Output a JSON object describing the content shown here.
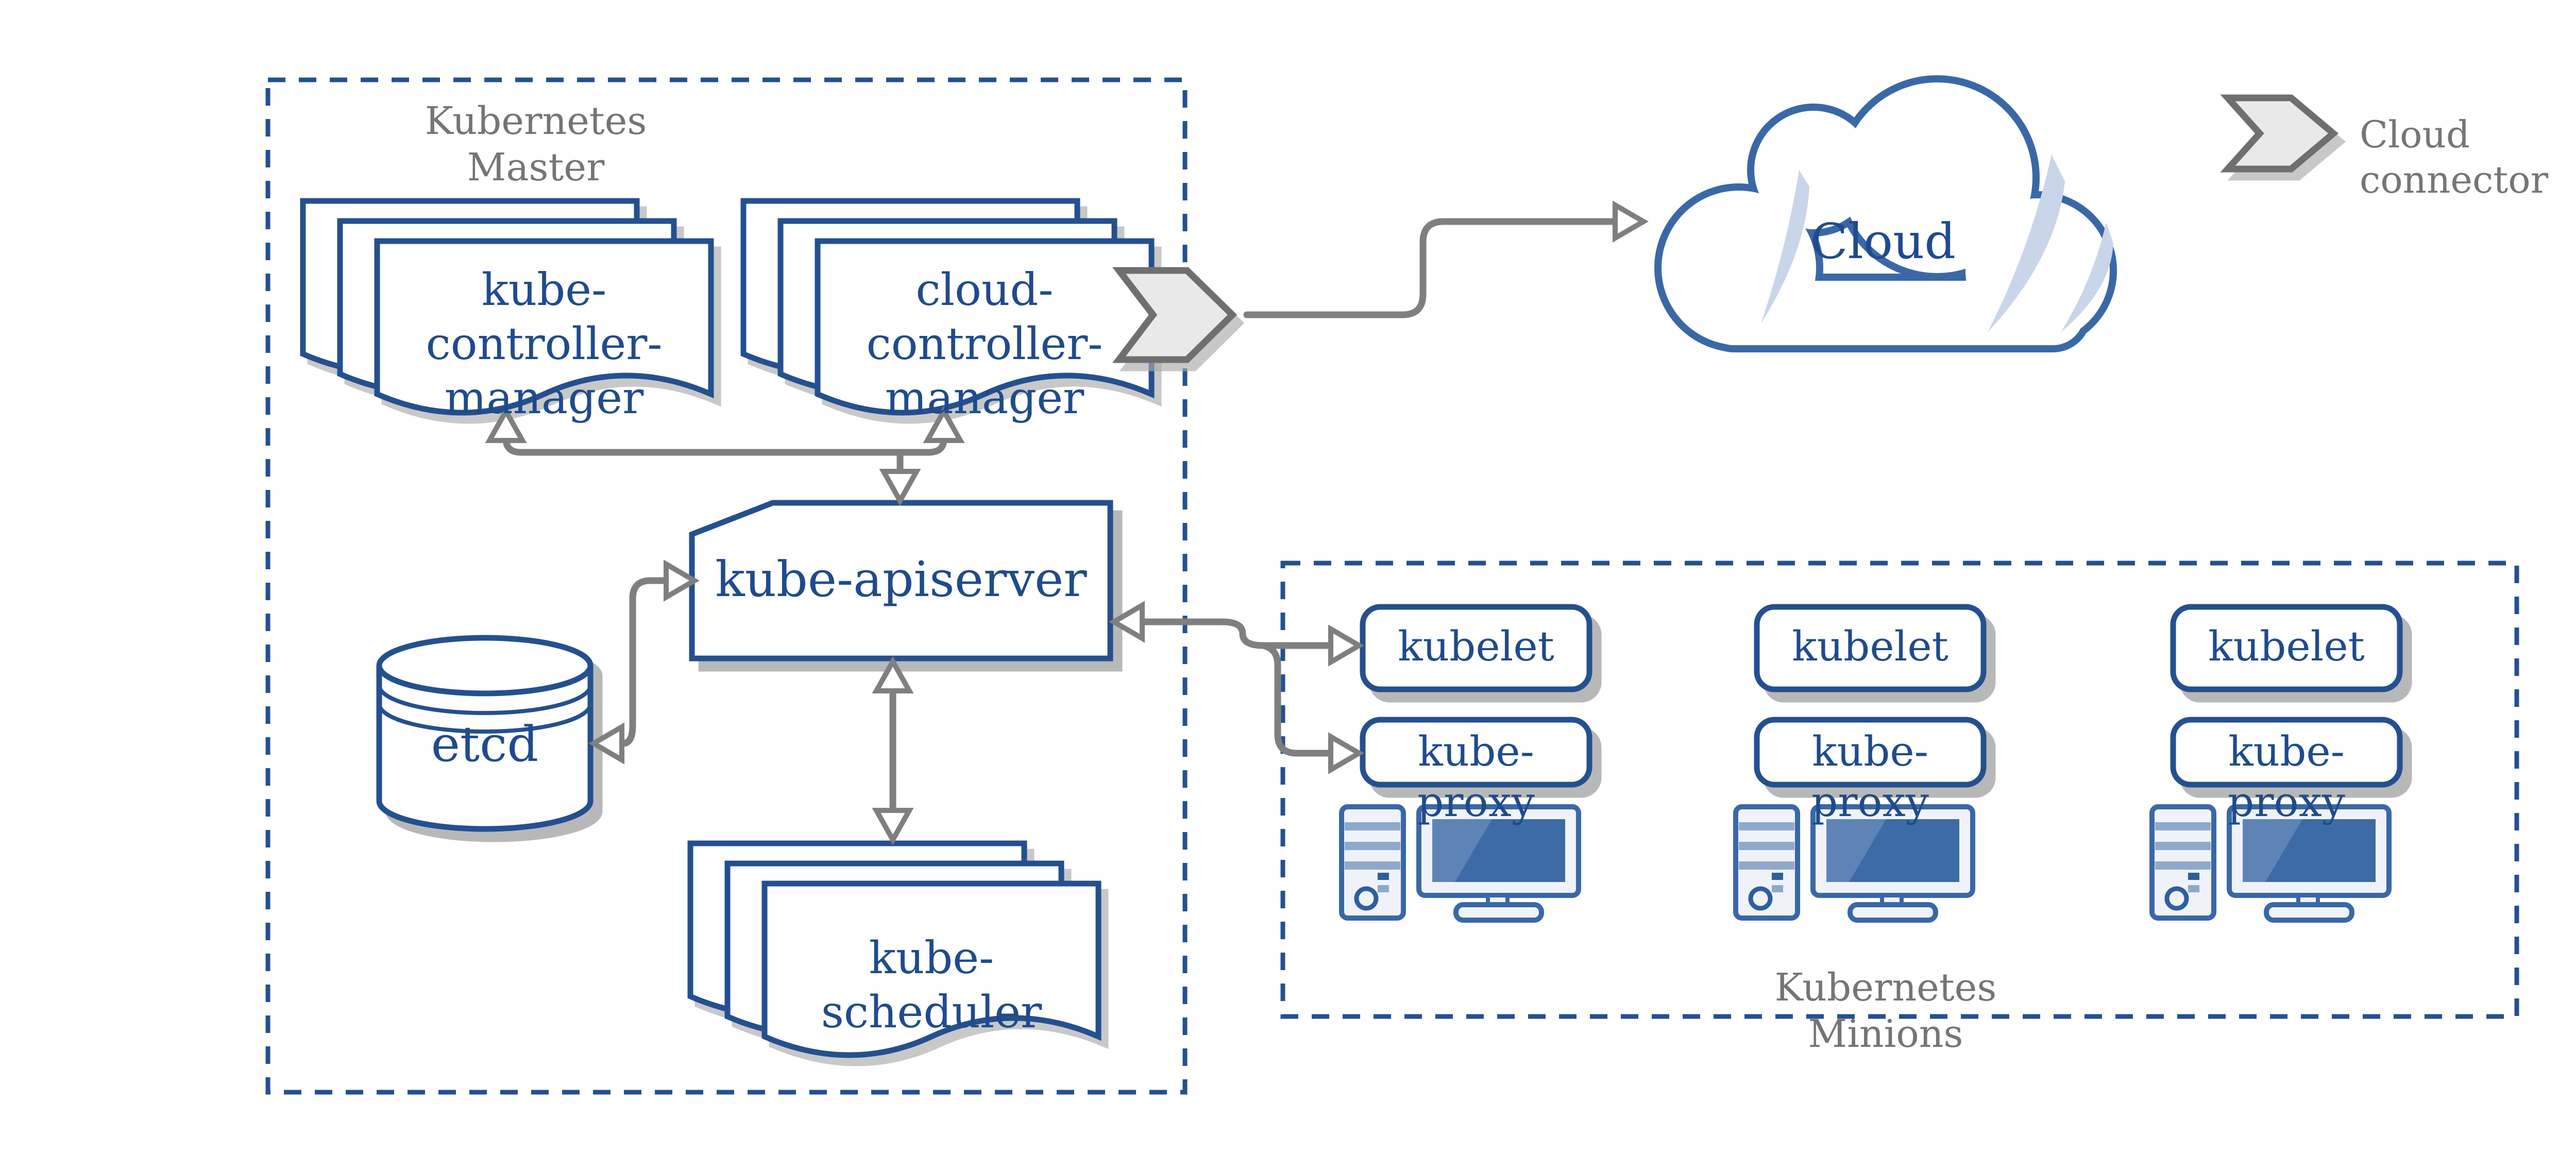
{
  "diagram": {
    "title_hint": "Kubernetes architecture diagram",
    "master": {
      "label": "Kubernetes\nMaster",
      "kube_controller_manager": "kube-controller-\nmanager",
      "cloud_controller_manager": "cloud-controller-\nmanager",
      "kube_apiserver": "kube-apiserver",
      "etcd": "etcd",
      "kube_scheduler": "kube-scheduler"
    },
    "cloud": {
      "label": "Cloud"
    },
    "legend": {
      "cloud_connector": "Cloud connector"
    },
    "minions": {
      "label": "Kubernetes\nMinions",
      "nodes": [
        {
          "kubelet": "kubelet",
          "kube_proxy": "kube-proxy"
        },
        {
          "kubelet": "kubelet",
          "kube_proxy": "kube-proxy"
        },
        {
          "kubelet": "kubelet",
          "kube_proxy": "kube-proxy"
        }
      ]
    },
    "colors": {
      "node_border_blue": "#24508F",
      "text_blue": "#1F4B8C",
      "cloud_border_blue": "#3A68A6",
      "icon_blue": "#3A68A6",
      "screen_blue": "#3C6BA6",
      "screen_highlight": "#5E84B6",
      "steel_stripe": "#8FA9CC",
      "light_fill": "#EFF3F9",
      "sliver_blue": "#C9D5E9",
      "arrow_gray": "#7F7F7F",
      "label_gray": "#757575",
      "chevron_fill": "#E9E9E9",
      "chevron_stroke": "#6F6F6F",
      "shadow_gray": "#ABABAB"
    }
  }
}
